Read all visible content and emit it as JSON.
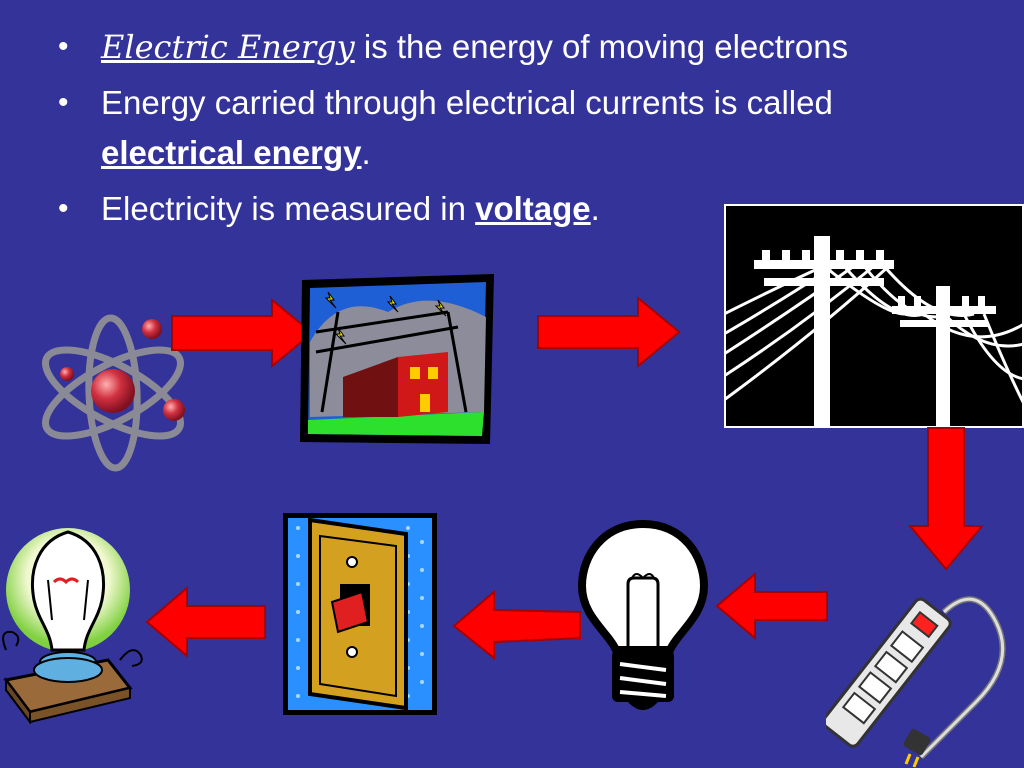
{
  "bullets": [
    {
      "term": "Electric Energy",
      "text": " is the energy of moving electrons"
    },
    {
      "text_before": "Energy carried through electrical currents is called ",
      "keyword": "electrical energy",
      "text_after": "."
    },
    {
      "text_before": "Electricity is measured in ",
      "keyword": "voltage",
      "text_after": "."
    }
  ],
  "bullet_glyph": "•",
  "icons": [
    "atom-icon",
    "power-plant-icon",
    "power-lines-icon",
    "power-strip-icon",
    "light-bulb-icon",
    "light-switch-icon",
    "lamp-icon"
  ],
  "colors": {
    "background": "#333399",
    "text": "#ffffff",
    "arrow": "#ff0000"
  }
}
